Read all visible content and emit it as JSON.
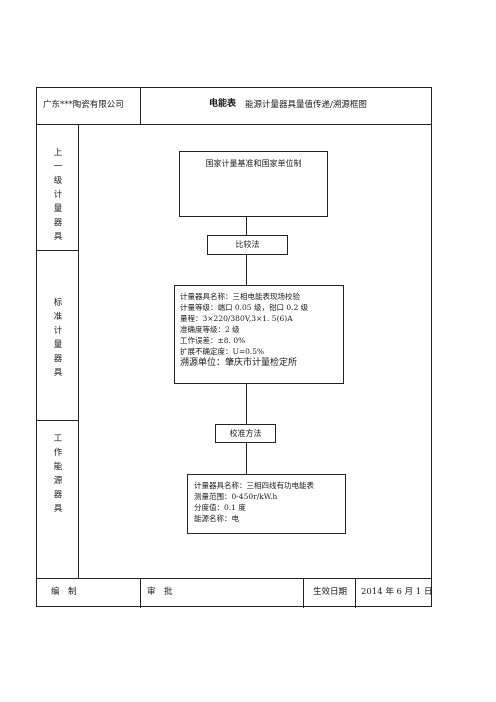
{
  "header": {
    "company": "广东***陶瓷有限公司",
    "title_bold": "电能表",
    "title_rest": "能源计量器具量值传递/溯源框图"
  },
  "sections": {
    "upper": "上一级计量器具",
    "standard": "标准计量器具",
    "working": "工作能源器具"
  },
  "boxes": {
    "national": "国家计量基准和国家单位制",
    "compare": "比较法",
    "standard_lines": [
      "计量器具名称：三相电能表现场校验",
      "计量等级：端口 0.05 级，钳口 0.2 级",
      "量程：3×220/380V,3×1. 5(6)A",
      "准确度等级：2 级",
      "工作误差：±8. 0%",
      "扩展不确定度：U=0.5%",
      "溯源单位：肇庆市计量检定所"
    ],
    "calib": "校准方法",
    "working_lines": [
      "计量器具名称：三相四线有功电能表",
      "测量范围：0-450r/kW.h",
      "分度值：0.1 度",
      "能源名称：电"
    ]
  },
  "footer": {
    "compile": "编　制",
    "approve": "审　批",
    "effective_label": "生效日期",
    "effective_date": "2014 年 6 月 1 日"
  }
}
